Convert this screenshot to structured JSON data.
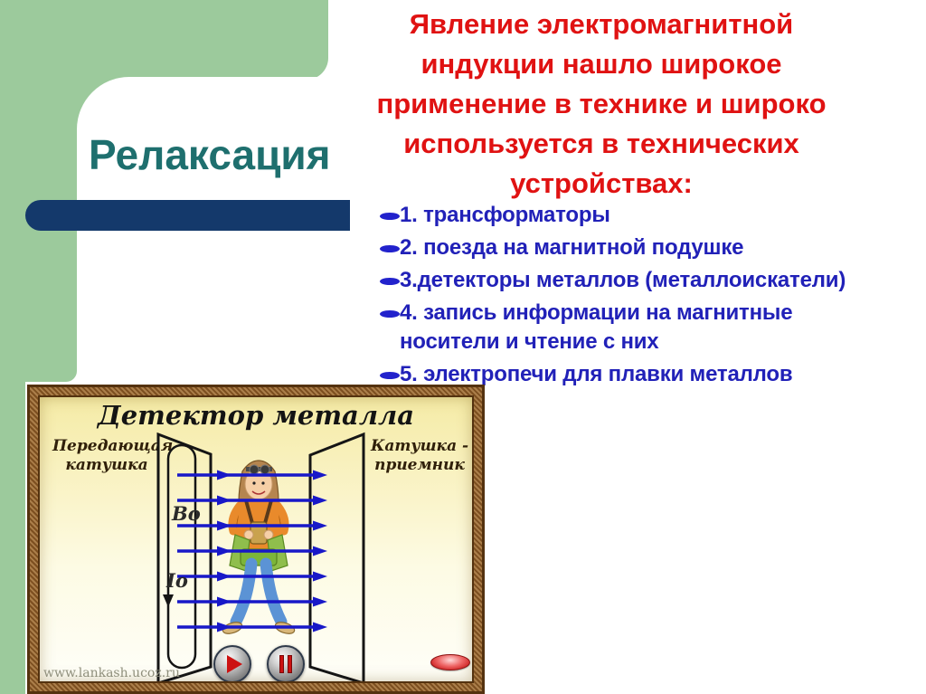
{
  "slide": {
    "title": "Релаксация",
    "heading_lines": [
      "Явление электромагнитной",
      "индукции нашло широкое",
      "применение в технике и широко",
      "используется в технических",
      "устройствах:"
    ],
    "heading_full": "Явление электромагнитной индукции нашло широкое применение в технике и широко используется в технических устройствах:",
    "list_items": [
      "1. трансформаторы",
      "2. поезда на магнитной подушке",
      "3.детекторы металлов (металлоискатели)",
      "4. запись информации на магнитные носители и чтение с них",
      "5. электропечи для плавки металлов"
    ]
  },
  "figure": {
    "title": "Детектор металла",
    "left_label": "Передающая катушка",
    "right_label": "Катушка - приемник",
    "field_label": "Bo",
    "current_label": "Io",
    "watermark": "www.lankash.ucoz.ru"
  },
  "colors": {
    "background_green": "#9CCA9C",
    "title_teal": "#1E6F6E",
    "bar_navy": "#14396B",
    "heading_red": "#E01212",
    "list_blue": "#2121B8",
    "arrow_blue": "#1818C8",
    "frame_brown": "#8A5A28",
    "panel_cream": "#F9F2C2",
    "button_red": "#CC1111"
  }
}
